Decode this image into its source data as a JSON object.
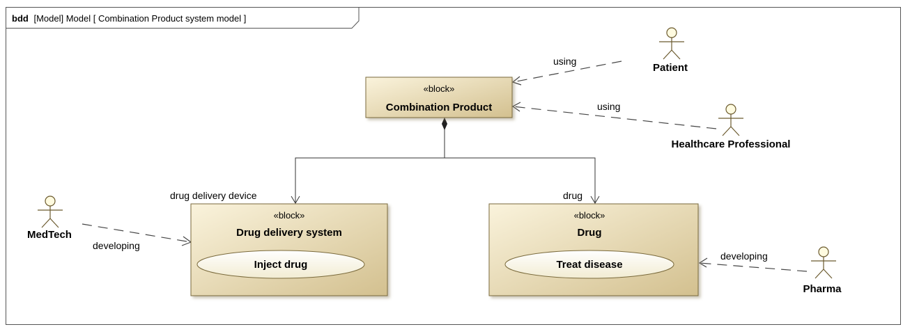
{
  "frame": {
    "kind": "bdd",
    "title": "[Model] Model [ Combination Product system model ]"
  },
  "blocks": {
    "combination_product": {
      "stereotype": "«block»",
      "name": "Combination Product"
    },
    "drug_delivery_system": {
      "stereotype": "«block»",
      "name": "Drug delivery system",
      "use_case": "Inject drug"
    },
    "drug": {
      "stereotype": "«block»",
      "name": "Drug",
      "use_case": "Treat disease"
    }
  },
  "actors": {
    "patient": "Patient",
    "healthcare_professional": "Healthcare Professional",
    "medtech": "MedTech",
    "pharma": "Pharma"
  },
  "relations": {
    "patient_using": "using",
    "hcp_using": "using",
    "role_drug_delivery_device": "drug delivery device",
    "role_drug": "drug",
    "medtech_developing": "developing",
    "pharma_developing": "developing"
  },
  "colors": {
    "block_fill_light": "#f8f0d8",
    "block_fill_dark": "#d6c495",
    "block_stroke": "#7a6a3c",
    "actor_head": "#fffbe0",
    "line": "#444444"
  }
}
